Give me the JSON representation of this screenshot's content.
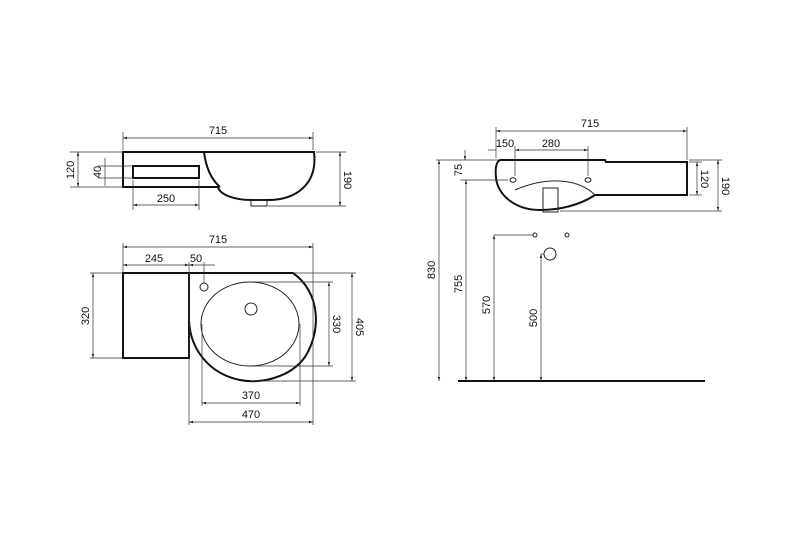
{
  "side_view": {
    "width": "715",
    "height_body": "120",
    "slot_height": "40",
    "slot_width": "250",
    "total_height": "190"
  },
  "top_view": {
    "width": "715",
    "left_part": "245",
    "tap_offset": "50",
    "depth_left": "320",
    "bowl_depth": "330",
    "total_depth": "405",
    "bowl_width": "370",
    "basin_width": "470"
  },
  "front_view": {
    "width": "715",
    "hole_offset": "150",
    "hole_spacing": "280",
    "top_to_hole": "75",
    "body_height": "120",
    "total_height": "190",
    "floor_to_top": "830",
    "floor_to_holes": "755",
    "supply_height": "570",
    "drain_height": "500"
  },
  "colors": {
    "line": "#111111",
    "background": "#ffffff"
  }
}
